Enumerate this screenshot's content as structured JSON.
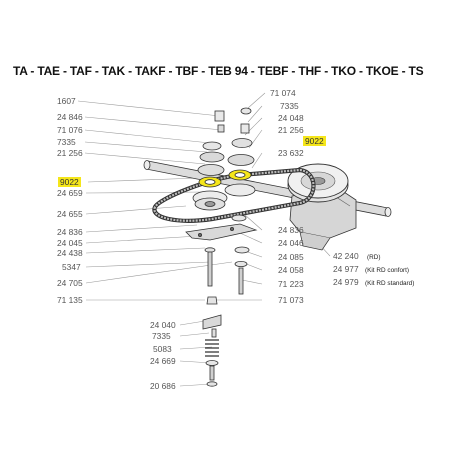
{
  "title": "TA - TAE - TAF - TAK - TAKF - TBF - TEB 94 - TEBF - THF - TKO - TKOE - TS",
  "highlight_color": "#f5e61a",
  "left_labels": [
    "1607",
    "24 846",
    "71 076",
    "7335",
    "21 256",
    "9022",
    "24 659",
    "24 655",
    "24 836",
    "24 045",
    "24 438",
    "5347",
    "24 705",
    "71 135",
    "24 040",
    "7335",
    "5083",
    "24 669",
    "20 686"
  ],
  "right_labels": [
    "71 074",
    "7335",
    "24 048",
    "21 256",
    "9022",
    "23 632",
    "24 836",
    "24 046",
    "24 085",
    "24 058",
    "71 223",
    "71 073"
  ],
  "ref_labels": [
    "42 240",
    "24 977",
    "24 979"
  ],
  "ref_notes": [
    "(RD)",
    "(Kit RD confort)",
    "(Kit RD standard)"
  ]
}
